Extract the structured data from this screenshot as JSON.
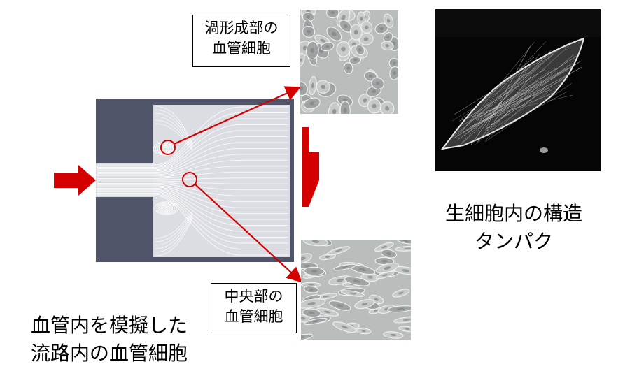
{
  "labels": {
    "vortex_cells": [
      "渦形成部の",
      "血管細胞"
    ],
    "center_cells": [
      "中央部の",
      "血管細胞"
    ],
    "live_cell_protein": [
      "生細胞内の構造",
      "タンパク"
    ],
    "channel_caption": [
      "血管内を模擬した",
      "流路内の血管細胞"
    ]
  },
  "colors": {
    "arrow_red": "#d40000",
    "channel_bg": "#4f5469",
    "streamline": "#ffffff",
    "micrograph_bg": "#b9bdbc",
    "fluorescence_bg": "#050505"
  },
  "icons": {
    "inlet_arrow": "right-arrow-icon",
    "result_arrow": "right-arrow-icon"
  }
}
